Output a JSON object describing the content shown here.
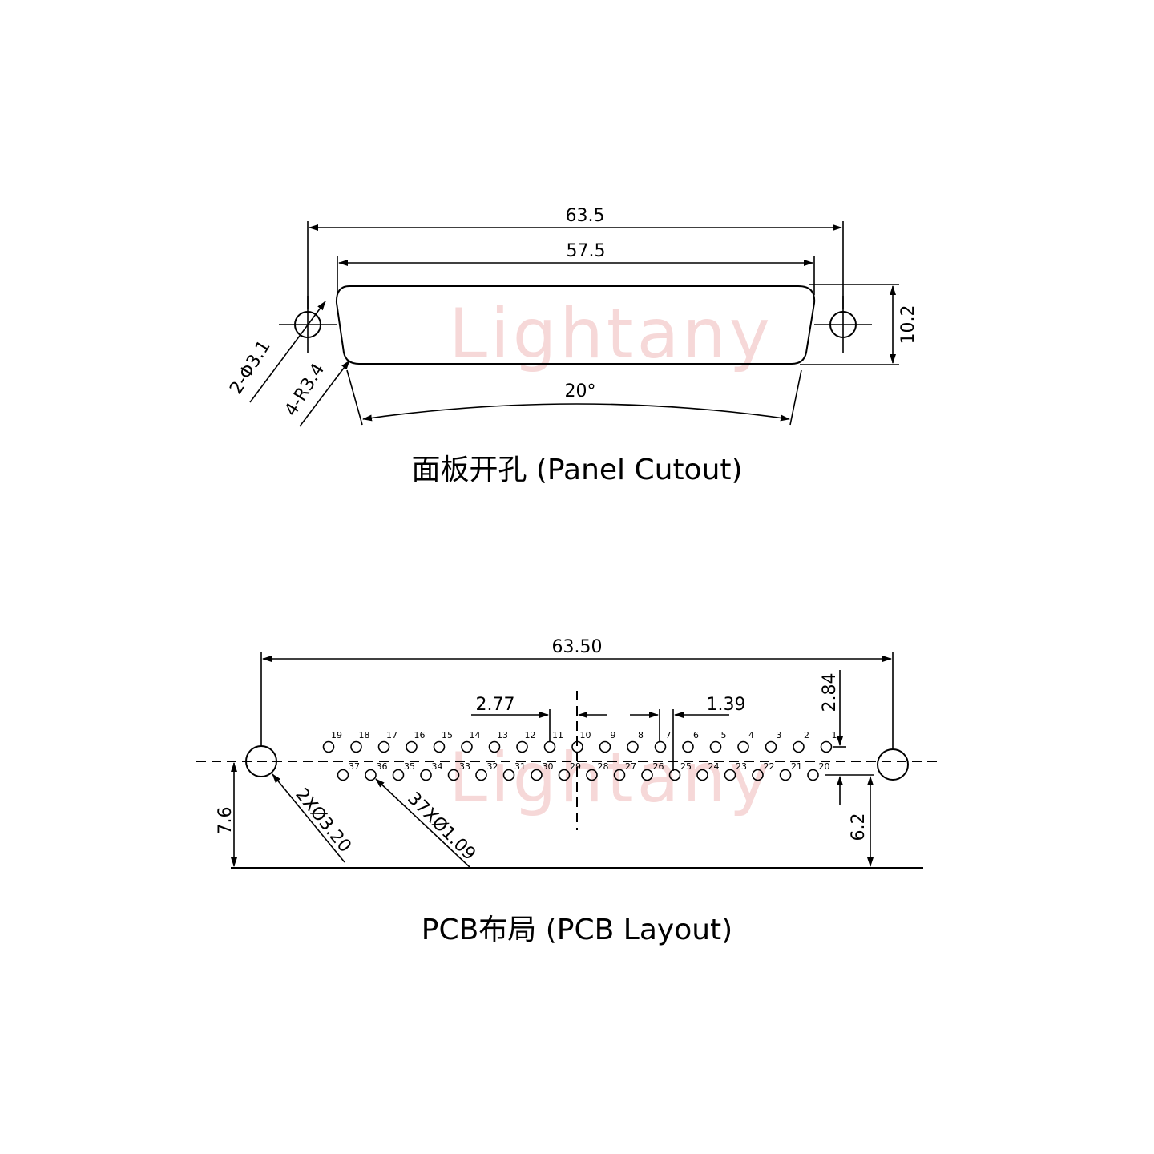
{
  "watermark": "Lightany",
  "panel": {
    "caption": "面板开孔 (Panel Cutout)",
    "dim_overall": "63.5",
    "dim_opening": "57.5",
    "dim_height": "10.2",
    "dim_holes": "2-Φ3.1",
    "dim_radius": "4-R3.4",
    "dim_angle": "20°"
  },
  "pcb": {
    "caption": "PCB布局 (PCB Layout)",
    "dim_overall": "63.50",
    "dim_pitch": "2.77",
    "dim_half_pitch": "1.39",
    "dim_row_spacing": "2.84",
    "dim_left_height": "7.6",
    "dim_right_height": "6.2",
    "dim_mount_holes": "2XØ3.20",
    "dim_pin_holes": "37XØ1.09",
    "top_row_pins": [
      "19",
      "18",
      "17",
      "16",
      "15",
      "14",
      "13",
      "12",
      "11",
      "10",
      "9",
      "8",
      "7",
      "6",
      "5",
      "4",
      "3",
      "2",
      "1"
    ],
    "bottom_row_pins": [
      "37",
      "36",
      "35",
      "34",
      "33",
      "32",
      "31",
      "30",
      "29",
      "28",
      "27",
      "26",
      "25",
      "24",
      "23",
      "22",
      "21",
      "20"
    ]
  }
}
